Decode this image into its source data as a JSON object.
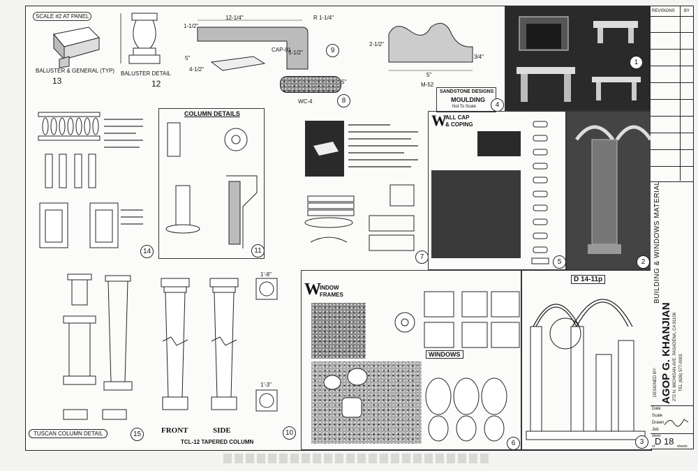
{
  "panels": {
    "p13": {
      "number": "13",
      "note_a": "SCALE #2 AT PANEL",
      "caption_a": "BALUSTER & GENERAL (TYP)"
    },
    "p12": {
      "number": "12",
      "caption": "BALUSTER DETAIL"
    },
    "p9": {
      "badge": "9",
      "code": "CAP-01",
      "dims": [
        "1-1/2\"",
        "12-1/4\"",
        "5-1/2\"",
        "R 1-1/4\"",
        "5\"",
        "4-1/2\""
      ]
    },
    "p8": {
      "badge": "8",
      "code": "WC-4",
      "dim": "5\""
    },
    "m52": {
      "code": "M-52",
      "dims": [
        "2-1/2\"",
        "3/4\"",
        "5\""
      ]
    },
    "p4": {
      "badge": "4",
      "company": "SANDSTONE DESIGNS",
      "title": "MOULDING",
      "subtitle": "Not To Scale"
    },
    "p1": {
      "badge": "1"
    },
    "p14": {
      "badge": "14"
    },
    "p11": {
      "badge": "11",
      "title": "COLUMN DETAILS"
    },
    "p7": {
      "badge": "7"
    },
    "p5": {
      "badge": "5",
      "logo_letter": "W",
      "title_line1": "ALL CAP",
      "title_line2": "& COPING"
    },
    "p2": {
      "badge": "2"
    },
    "p15": {
      "badge": "15",
      "caption": "TUSCAN COLUMN DETAIL"
    },
    "p10": {
      "badge": "10",
      "dim_top": "1'-8\"",
      "dim_bottom": "1'-3\"",
      "front_label": "FRONT",
      "side_label": "SIDE",
      "caption": "TCL-12 TAPERED COLUMN"
    },
    "p6": {
      "badge": "6",
      "logo_letter": "W",
      "title_line1": "INDOW",
      "title_line2": "FRAMES",
      "windows_label": "WINDOWS"
    },
    "p3": {
      "badge": "3",
      "code": "D 14-11p"
    }
  },
  "titleblock": {
    "revisions": "REVISIONS",
    "by": "BY",
    "project": "BUILDING & WINDOWS MATERIAL",
    "designed_by": "DESIGNED BY:",
    "designer": "AGOP G. KHANJIAN",
    "address": "272 N. MICHIGAN AVE. PASADENA, CA 91106",
    "phone": "TEL (626) 577-0003",
    "date": "Date",
    "scale": "Scale",
    "drawn": "Drawn",
    "job": "Job",
    "sheet_label": "sheet",
    "sheet_number": "D 18",
    "of": "of",
    "sheets": "sheets"
  }
}
